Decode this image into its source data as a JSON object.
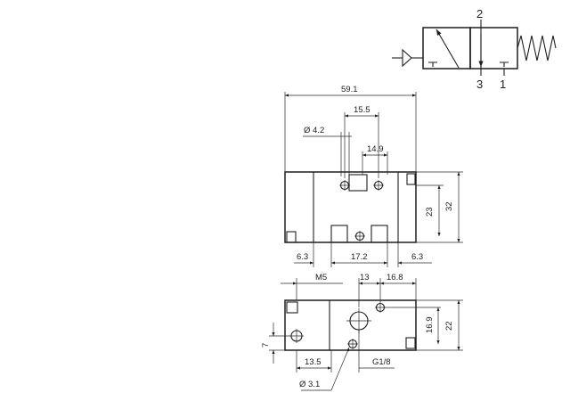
{
  "symbol": {
    "port_top": "2",
    "port_bottom_left": "3",
    "port_bottom_right": "1"
  },
  "front_view": {
    "width": "59.1",
    "offset_top": "15.5",
    "hole_dia": "Ø 4.2",
    "spacing_mid": "14.9",
    "height_inner": "23",
    "height_total": "32",
    "left_margin": "6.3",
    "center_span": "17.2",
    "right_margin": "6.3"
  },
  "bottom_view": {
    "thread_m5": "M5",
    "dim_13": "13",
    "dim_16_8": "16.8",
    "dim_16_9": "16.9",
    "dim_22": "22",
    "dim_7": "7",
    "dim_13_5": "13.5",
    "thread_g18": "G1/8",
    "hole_dia": "Ø 3.1"
  }
}
